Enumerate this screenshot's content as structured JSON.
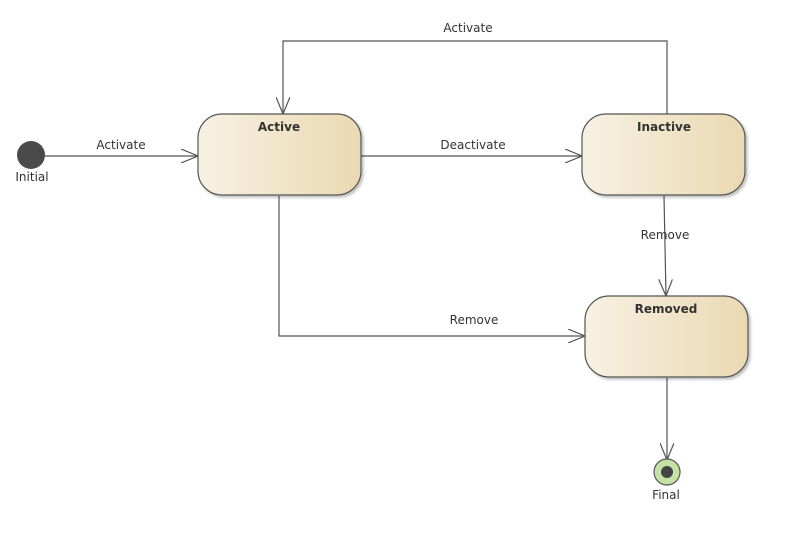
{
  "diagram": {
    "type": "state-machine",
    "initial": {
      "label": "Initial"
    },
    "final": {
      "label": "Final"
    },
    "states": [
      {
        "id": "active",
        "label": "Active"
      },
      {
        "id": "inactive",
        "label": "Inactive"
      },
      {
        "id": "removed",
        "label": "Removed"
      }
    ],
    "transitions": [
      {
        "from": "initial",
        "to": "active",
        "label": "Activate"
      },
      {
        "from": "inactive",
        "to": "active",
        "label": "Activate"
      },
      {
        "from": "active",
        "to": "inactive",
        "label": "Deactivate"
      },
      {
        "from": "inactive",
        "to": "removed",
        "label": "Remove"
      },
      {
        "from": "active",
        "to": "removed",
        "label": "Remove"
      },
      {
        "from": "removed",
        "to": "final",
        "label": ""
      }
    ],
    "colors": {
      "state_fill_light": "#f8f1e3",
      "state_fill_dark": "#ead9b2",
      "initial_node": "#4a4a4a",
      "final_node_ring": "#c5e1a5",
      "final_node_dot": "#444444",
      "edge": "#555555"
    }
  }
}
